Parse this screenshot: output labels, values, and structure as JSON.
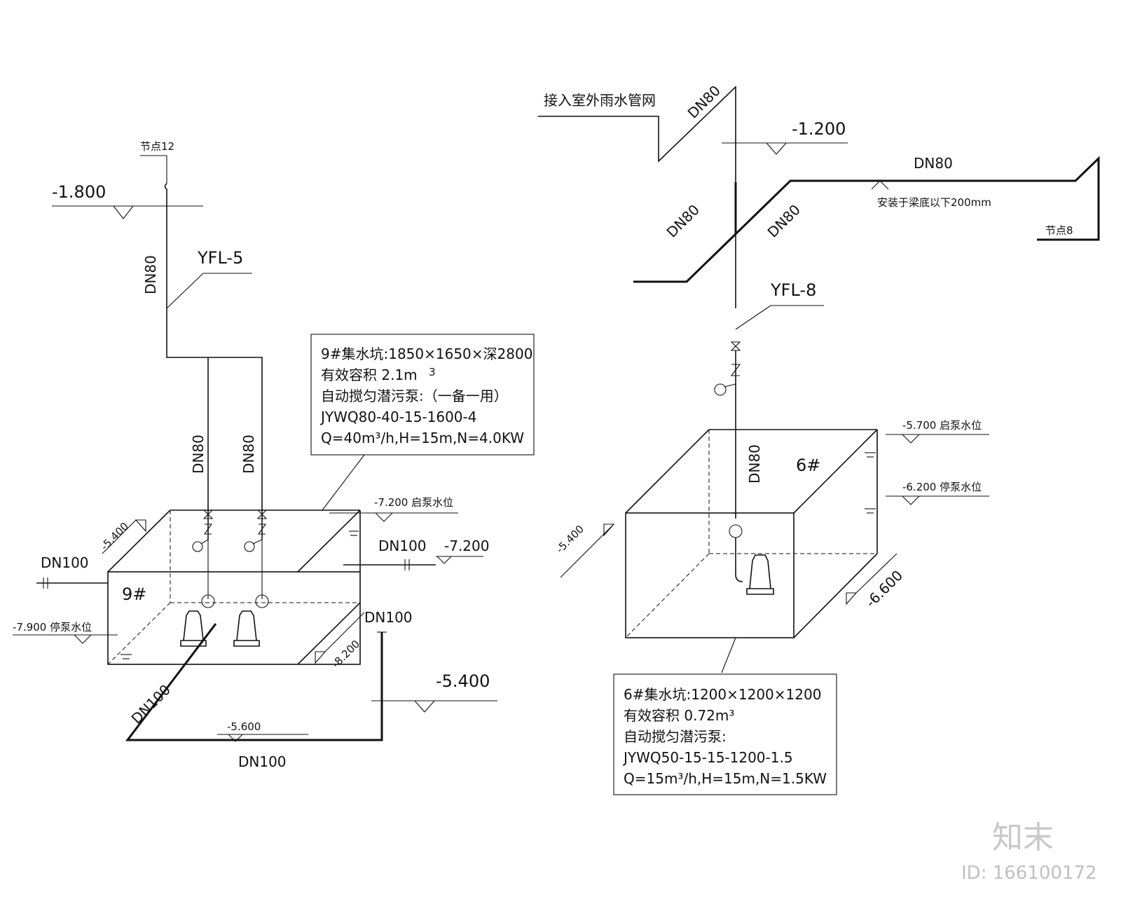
{
  "left": {
    "node_label": "节点12",
    "elev_top": "-1.800",
    "pipe_label": "YFL-5",
    "riser_dn": "DN80",
    "branch_dn_1": "DN80",
    "branch_dn_2": "DN80",
    "pit_tag": "9#",
    "elev_pit_top": "-5.400",
    "elev_start": "-7.200 启泵水位",
    "elev_stop": "-7.900 停泵水位",
    "inlet_dn": "DN100",
    "outlet_dn": "DN100",
    "elev_outlet": "-7.200",
    "elev_pit_bottom": "-8.200",
    "drain_dn_top": "DN100",
    "drain_elev": "-5.400",
    "drain_dn_diag": "DN100",
    "drain_elev_low": "-5.600",
    "drain_dn_bottom": "DN100",
    "note": {
      "line1": "9#集水坑:1850×1650×深2800",
      "line2": "有效容积 2.1m",
      "line2_sup": "3",
      "line3": "自动搅匀潜污泵:（一备一用）",
      "line4": "JYWQ80-40-15-1600-4",
      "line5": "Q=40m³/h,H=15m,N=4.0KW"
    }
  },
  "right": {
    "outfall_label": "接入室外雨水管网",
    "dn_top": "DN80",
    "elev_top": "-1.200",
    "dn_horizontal": "DN80",
    "install_note": "安装于梁底以下200mm",
    "node_label": "节点8",
    "dn_diag_1": "DN80",
    "dn_diag_2": "DN80",
    "pipe_label": "YFL-8",
    "riser_dn": "DN80",
    "pit_tag": "6#",
    "elev_start": "-5.700 启泵水位",
    "elev_stop": "-6.200 停泵水位",
    "elev_pit_top": "-5.400",
    "elev_pit_bottom": "-6.600",
    "note": {
      "line1": "6#集水坑:1200×1200×1200",
      "line2": "有效容积 0.72m³",
      "line3": "自动搅匀潜污泵:",
      "line4": "JYWQ50-15-15-1200-1.5",
      "line5": "Q=15m³/h,H=15m,N=1.5KW"
    }
  },
  "watermark": {
    "logo": "知末",
    "id": "ID: 166100172"
  }
}
